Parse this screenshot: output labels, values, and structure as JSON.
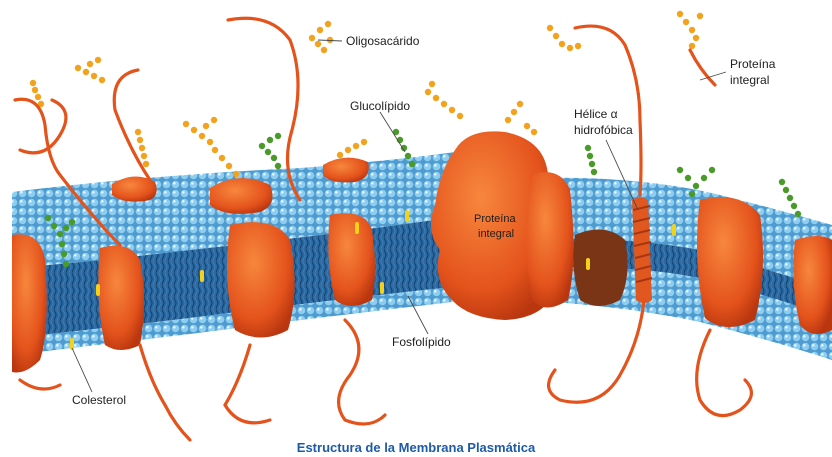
{
  "caption": "Estructura de la Membrana Plasmática",
  "labels": {
    "oligosacarido": "Oligosacárido",
    "proteina_integral_top": [
      "Proteína",
      "integral"
    ],
    "glucolipido": "Glucolípido",
    "helice": [
      "Hélice α",
      "hidrofóbica"
    ],
    "proteina_integral_center": [
      "Proteína",
      "integral"
    ],
    "fosfolipido": "Fosfolípido",
    "colesterol": "Colesterol"
  },
  "colors": {
    "lipid_head": "#7fc3ea",
    "lipid_head_shade": "#3d8cc4",
    "tail_region": "#2e6fa6",
    "protein": "#e9541c",
    "protein_dark": "#b8360f",
    "sugar_orange": "#f2a21c",
    "sugar_green": "#4a9a2a",
    "cholesterol": "#f5d21a",
    "caption": "#1f5aa8"
  }
}
